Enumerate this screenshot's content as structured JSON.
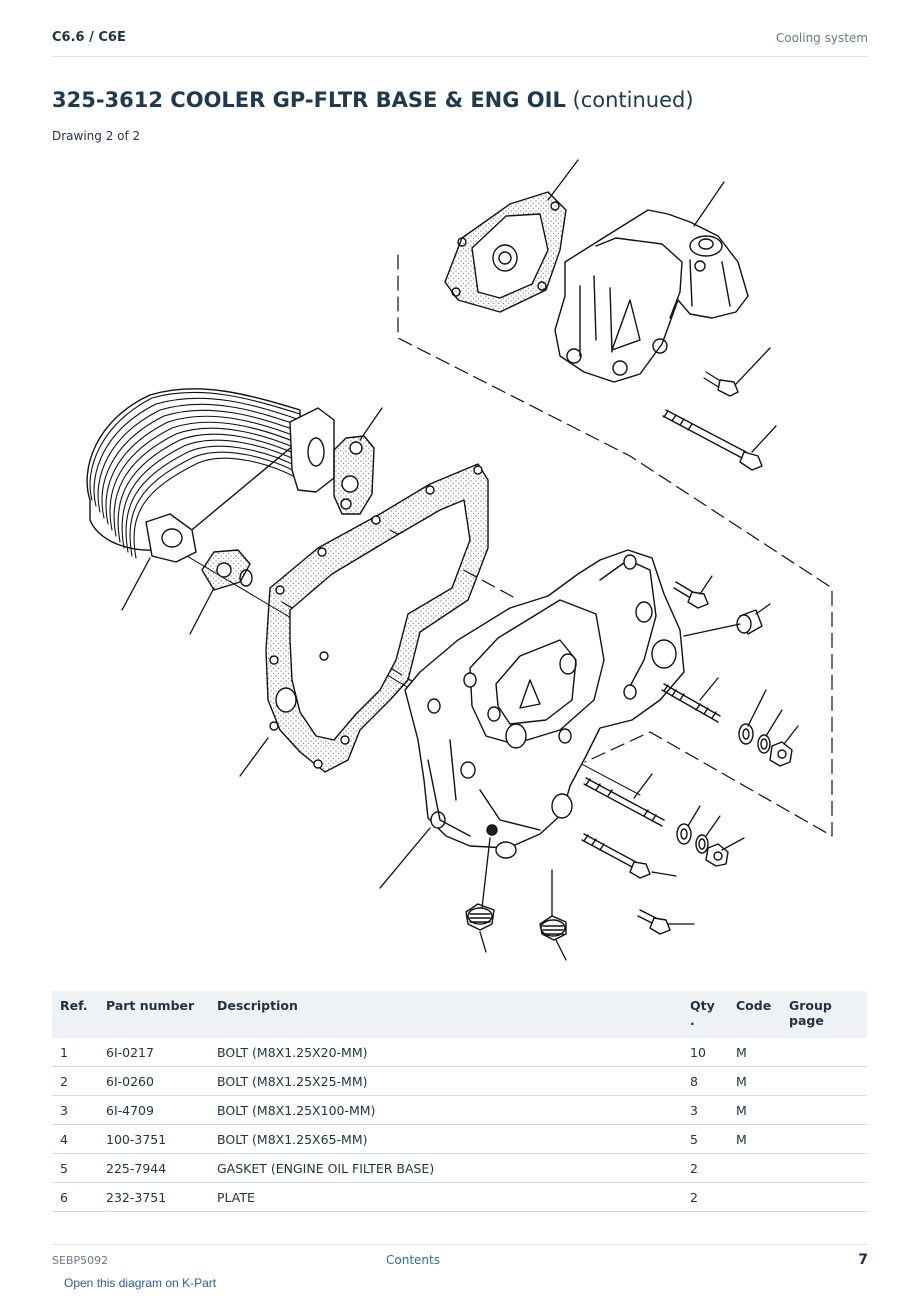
{
  "header": {
    "model": "C6.6  /  C6E",
    "section": "Cooling system"
  },
  "title": {
    "code_name": "325-3612 COOLER GP-FLTR BASE & ENG OIL",
    "suffix": " (continued)"
  },
  "drawing_label": "Drawing 2 of 2",
  "table": {
    "headers": {
      "ref": "Ref.",
      "part": "Part number",
      "desc": "Description",
      "qty": "Qty .",
      "code": "Code",
      "group": "Group page"
    },
    "rows": [
      {
        "ref": "1",
        "part": "6I-0217",
        "desc": "BOLT (M8X1.25X20-MM)",
        "qty": "10",
        "code": "M",
        "group": ""
      },
      {
        "ref": "2",
        "part": "6I-0260",
        "desc": "BOLT (M8X1.25X25-MM)",
        "qty": "8",
        "code": "M",
        "group": ""
      },
      {
        "ref": "3",
        "part": "6I-4709",
        "desc": "BOLT (M8X1.25X100-MM)",
        "qty": "3",
        "code": "M",
        "group": ""
      },
      {
        "ref": "4",
        "part": "100-3751",
        "desc": "BOLT (M8X1.25X65-MM)",
        "qty": "5",
        "code": "M",
        "group": ""
      },
      {
        "ref": "5",
        "part": "225-7944",
        "desc": "GASKET (ENGINE OIL FILTER BASE)",
        "qty": "2",
        "code": "",
        "group": ""
      },
      {
        "ref": "6",
        "part": "232-3751",
        "desc": "PLATE",
        "qty": "2",
        "code": "",
        "group": ""
      }
    ]
  },
  "footer": {
    "doc_id": "SEBP5092",
    "contents_link": "Contents",
    "page_number": "7",
    "kpart_link": "Open this diagram on K-Part"
  }
}
